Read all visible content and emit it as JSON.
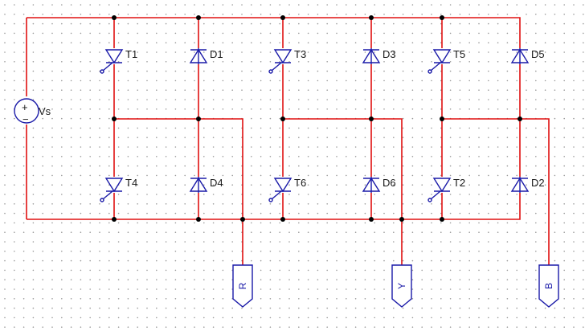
{
  "source": {
    "label": "Vs",
    "plus": "+",
    "minus": "−"
  },
  "upper": [
    {
      "thyristor": "T1",
      "diode": "D1"
    },
    {
      "thyristor": "T3",
      "diode": "D3"
    },
    {
      "thyristor": "T5",
      "diode": "D5"
    }
  ],
  "lower": [
    {
      "thyristor": "T4",
      "diode": "D4"
    },
    {
      "thyristor": "T6",
      "diode": "D6"
    },
    {
      "thyristor": "T2",
      "diode": "D2"
    }
  ],
  "outputs": [
    "R",
    "Y",
    "B"
  ],
  "colors": {
    "wire": "#e01010",
    "component": "#1a1aa8",
    "grid_dot": "#9a9a9a"
  }
}
